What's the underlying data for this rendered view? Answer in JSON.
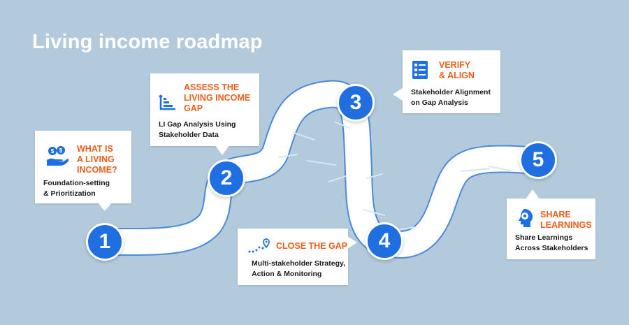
{
  "title": "Living income roadmap",
  "colors": {
    "background": "#b2cadb",
    "accent_orange": "#e8601c",
    "accent_blue": "#1f6fe0",
    "road": "#ffffff"
  },
  "steps": [
    {
      "number": "1",
      "title_lines": [
        "WHAT IS",
        "A LIVING",
        "INCOME?"
      ],
      "desc_lines": [
        "Foundation-setting",
        "& Prioritization"
      ],
      "icon": "money-hand-icon"
    },
    {
      "number": "2",
      "title_lines": [
        "ASSESS THE",
        "LIVING INCOME",
        "GAP"
      ],
      "desc_lines": [
        "LI Gap Analysis Using",
        "Stakeholder Data"
      ],
      "icon": "bar-chart-icon"
    },
    {
      "number": "3",
      "title_lines": [
        "VERIFY",
        "& ALIGN"
      ],
      "desc_lines": [
        "Stakeholder Alignment",
        "on Gap Analysis"
      ],
      "icon": "checklist-icon"
    },
    {
      "number": "4",
      "title_lines": [
        "CLOSE THE GAP"
      ],
      "desc_lines": [
        "Multi-stakeholder Strategy,",
        "Action & Monitoring"
      ],
      "icon": "route-pin-icon"
    },
    {
      "number": "5",
      "title_lines": [
        "SHARE",
        "LEARNINGS"
      ],
      "desc_lines": [
        "Share Learnings",
        "Across Stakeholders"
      ],
      "icon": "head-gear-icon"
    }
  ]
}
